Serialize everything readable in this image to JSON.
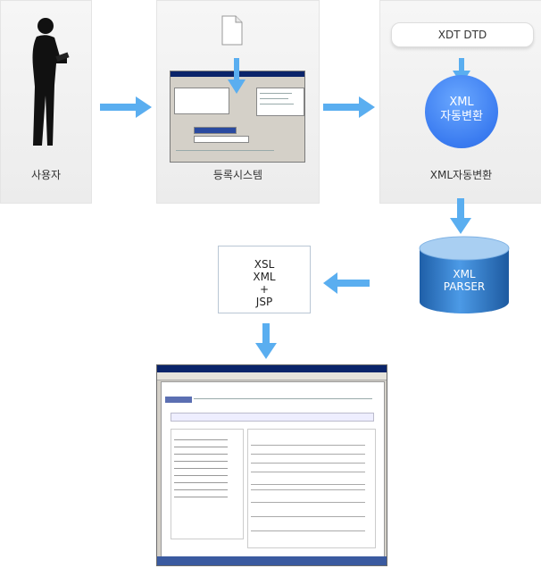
{
  "nodes": {
    "user": {
      "label": "사용자"
    },
    "registration": {
      "label": "등록시스템"
    },
    "xml_conversion": {
      "label": "XML자동변환",
      "dtd_label": "XDT DTD",
      "circle_line1": "XML",
      "circle_line2": "자동변환"
    },
    "parser": {
      "line1": "XML",
      "line2": "PARSER"
    },
    "xsl": {
      "line1": "XSL",
      "line2": "XML",
      "line3": "+",
      "line4": "JSP"
    }
  },
  "colors": {
    "arrow": "#5aaef0",
    "circle": "#3f7ff2",
    "cylinder": "#2f7fd6",
    "panel": "#efefef"
  }
}
